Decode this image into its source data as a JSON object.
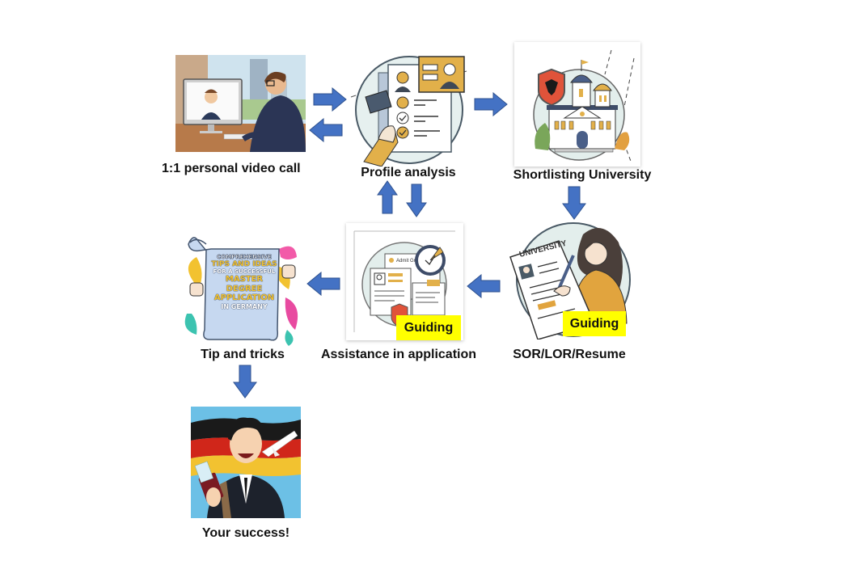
{
  "diagram": {
    "title": "Master degree application guidance process",
    "colors": {
      "arrow_fill": "#4472c4",
      "arrow_stroke": "#2f528f",
      "badge_bg": "#ffff00",
      "accent_gold": "#e2b04a",
      "circle_bg": "#dfeceb"
    },
    "nodes": [
      {
        "id": "video-call",
        "label": "1:1 personal video call",
        "image": "man-on-video-call-illustration"
      },
      {
        "id": "profile-analysis",
        "label": "Profile analysis",
        "image": "resume-profile-review-illustration"
      },
      {
        "id": "shortlisting",
        "label": "Shortlisting University",
        "image": "german-university-building-illustration"
      },
      {
        "id": "sor-lor-resume",
        "label": "SOR/LOR/Resume",
        "image": "woman-writing-university-document-illustration",
        "badge": "Guiding"
      },
      {
        "id": "assistance",
        "label": "Assistance in application",
        "image": "application-documents-illustration",
        "badge": "Guiding"
      },
      {
        "id": "tips",
        "label": "Tip and tricks",
        "image": "tips-scroll-illustration",
        "scroll_text": [
          "COMPREHENSIVE",
          "TIPS AND IDEAS",
          "FOR A SUCCESSFUL",
          "MASTER DEGREE",
          "APPLICATION",
          "IN GERMANY"
        ]
      },
      {
        "id": "success",
        "label": "Your success!",
        "image": "happy-student-with-passport-illustration"
      }
    ],
    "assistance_doc_header": "Admit Gr",
    "sor_doc_header": "UNIVERSITY",
    "edges": [
      {
        "from": "video-call",
        "to": "profile-analysis",
        "direction": "right"
      },
      {
        "from": "profile-analysis",
        "to": "video-call",
        "direction": "left"
      },
      {
        "from": "profile-analysis",
        "to": "shortlisting",
        "direction": "right"
      },
      {
        "from": "shortlisting",
        "to": "sor-lor-resume",
        "direction": "down"
      },
      {
        "from": "sor-lor-resume",
        "to": "assistance",
        "direction": "left"
      },
      {
        "from": "assistance",
        "to": "profile-analysis",
        "direction": "up"
      },
      {
        "from": "profile-analysis",
        "to": "assistance",
        "direction": "down"
      },
      {
        "from": "assistance",
        "to": "tips",
        "direction": "left"
      },
      {
        "from": "tips",
        "to": "success",
        "direction": "down"
      }
    ]
  }
}
